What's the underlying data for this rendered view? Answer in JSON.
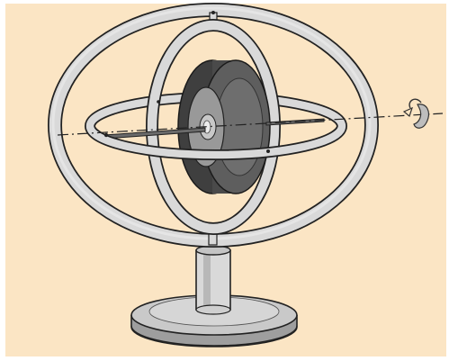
{
  "figure": {
    "subject": "gyroscope",
    "background_color": "#fbe5c4",
    "border_color": "#ffffff",
    "components": [
      {
        "name": "outer-gimbal-ring",
        "color": "#d9d9d9"
      },
      {
        "name": "inner-gimbal-ring",
        "color": "#d9d9d9"
      },
      {
        "name": "horizontal-ring",
        "color": "#d9d9d9"
      },
      {
        "name": "rotor-disc",
        "color": "#5e5e5e"
      },
      {
        "name": "spin-axle",
        "color": "#6a6a6a"
      },
      {
        "name": "stand-pillar",
        "color": "#d9d9d9"
      },
      {
        "name": "stand-base",
        "color": "#b5b5b5"
      },
      {
        "name": "rotation-arrow-icon",
        "color": "#bdbdbd"
      },
      {
        "name": "axis-line",
        "color": "#222222"
      }
    ]
  }
}
